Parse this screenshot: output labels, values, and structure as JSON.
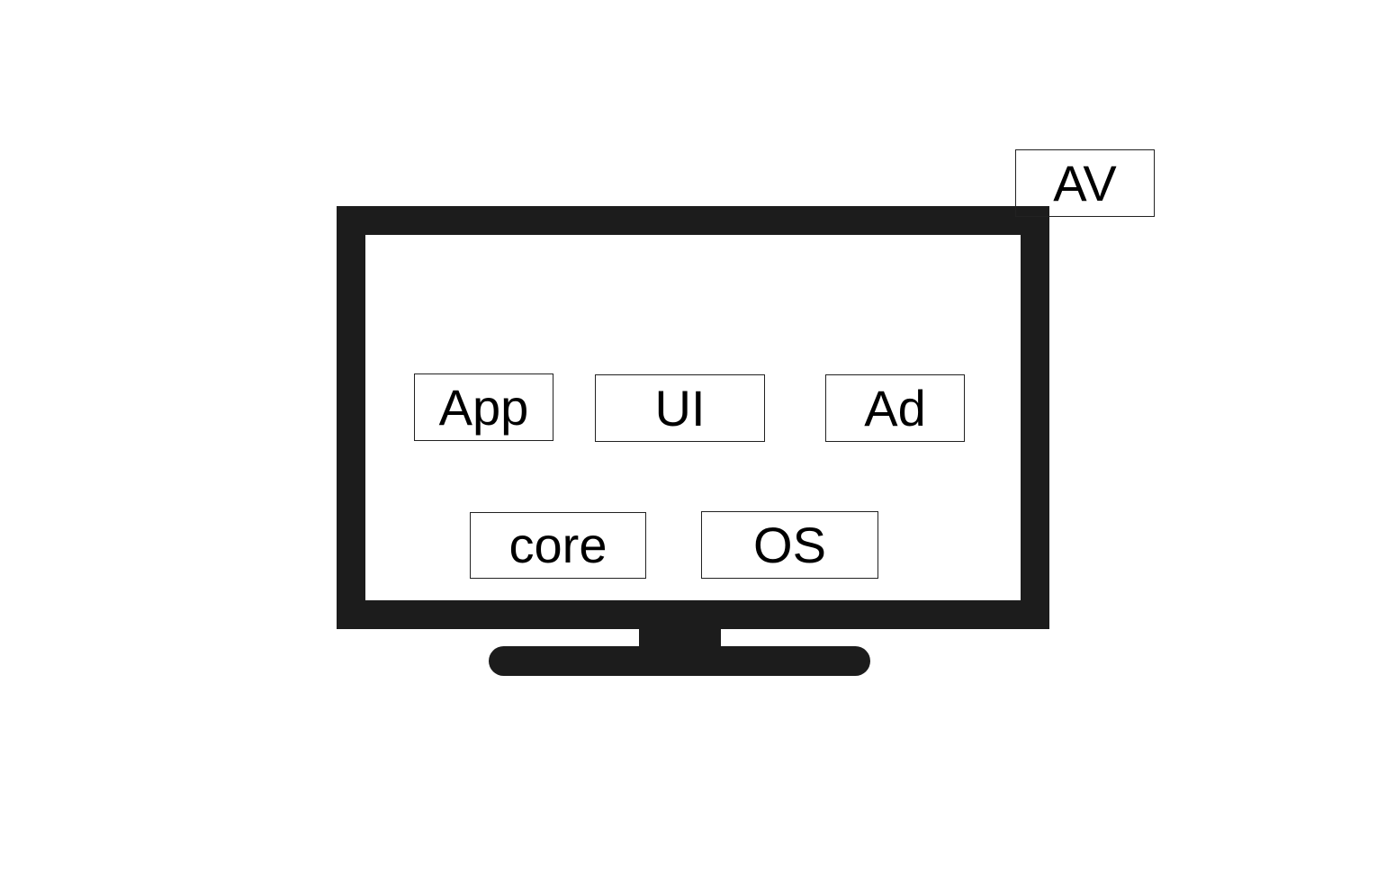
{
  "diagram": {
    "monitor_color": "#1c1c1c",
    "monitor_icon": "tv-monitor-icon",
    "labels": {
      "app": "App",
      "ui": "UI",
      "ad": "Ad",
      "core": "core",
      "os": "OS",
      "av": "AV"
    }
  }
}
